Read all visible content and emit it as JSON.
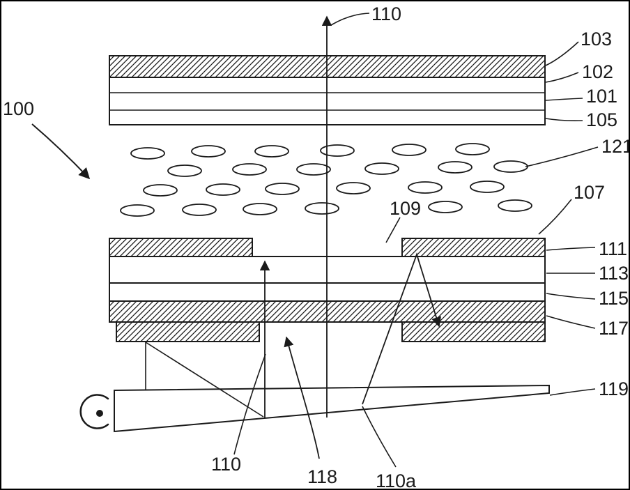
{
  "figure": {
    "type": "patent-style layered cross-section diagram (display device)",
    "background_color": "#ffffff",
    "line_color": "#1a1a1a"
  },
  "labels": {
    "l100": "100",
    "l110_top": "110",
    "l103": "103",
    "l102": "102",
    "l101": "101",
    "l105": "105",
    "l121": "121",
    "l109": "109",
    "l107": "107",
    "l111": "111",
    "l113": "113",
    "l115": "115",
    "l117": "117",
    "l119": "119",
    "l110_bottom": "110",
    "l118": "118",
    "l110a": "110a"
  }
}
